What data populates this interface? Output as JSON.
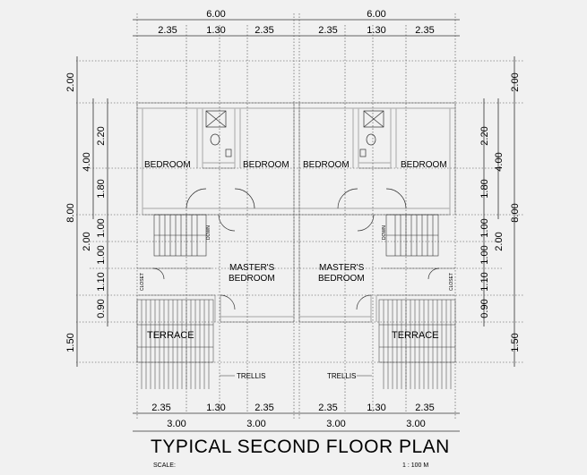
{
  "plan": {
    "title": "TYPICAL SECOND FLOOR PLAN",
    "scale_label": "SCALE:",
    "scale_value": "1 : 100 M"
  },
  "dimensions": {
    "top_overall": [
      "6.00",
      "6.00"
    ],
    "top_segments": [
      "2.35",
      "1.30",
      "2.35",
      "2.35",
      "1.30",
      "2.35"
    ],
    "bottom_segments": [
      "2.35",
      "1.30",
      "2.35",
      "2.35",
      "1.30",
      "2.35"
    ],
    "bottom_overall": [
      "3.00",
      "3.00",
      "3.00",
      "3.00"
    ],
    "left_outer": [
      "2.00",
      "8.00",
      "1.50"
    ],
    "left_mid": [
      "4.00",
      "2.00"
    ],
    "left_inner": [
      "2.20",
      "1.80",
      "1.00",
      "1.00",
      "1.10",
      "0.90"
    ],
    "right_outer": [
      "2.00",
      "8.00",
      "1.50"
    ],
    "right_mid": [
      "4.00",
      "2.00"
    ],
    "right_inner": [
      "2.20",
      "1.80",
      "1.00",
      "1.00",
      "1.10",
      "0.90"
    ]
  },
  "rooms": {
    "left": {
      "bedroom_a": "BEDROOM",
      "bedroom_b": "BEDROOM",
      "masters_line1": "MASTER'S",
      "masters_line2": "BEDROOM",
      "terrace": "TERRACE",
      "trellis": "TRELLIS",
      "stair_tag": "DOWN",
      "closet_tag": "CLOSET"
    },
    "right": {
      "bedroom_a": "BEDROOM",
      "bedroom_b": "BEDROOM",
      "masters_line1": "MASTER'S",
      "masters_line2": "BEDROOM",
      "terrace": "TERRACE",
      "trellis": "TRELLIS",
      "stair_tag": "DOWN",
      "closet_tag": "CLOSET"
    }
  },
  "colors": {
    "background": "#f1f1f1",
    "wall": "#bdbdbd",
    "line": "#000000",
    "dim_line": "#555555"
  }
}
